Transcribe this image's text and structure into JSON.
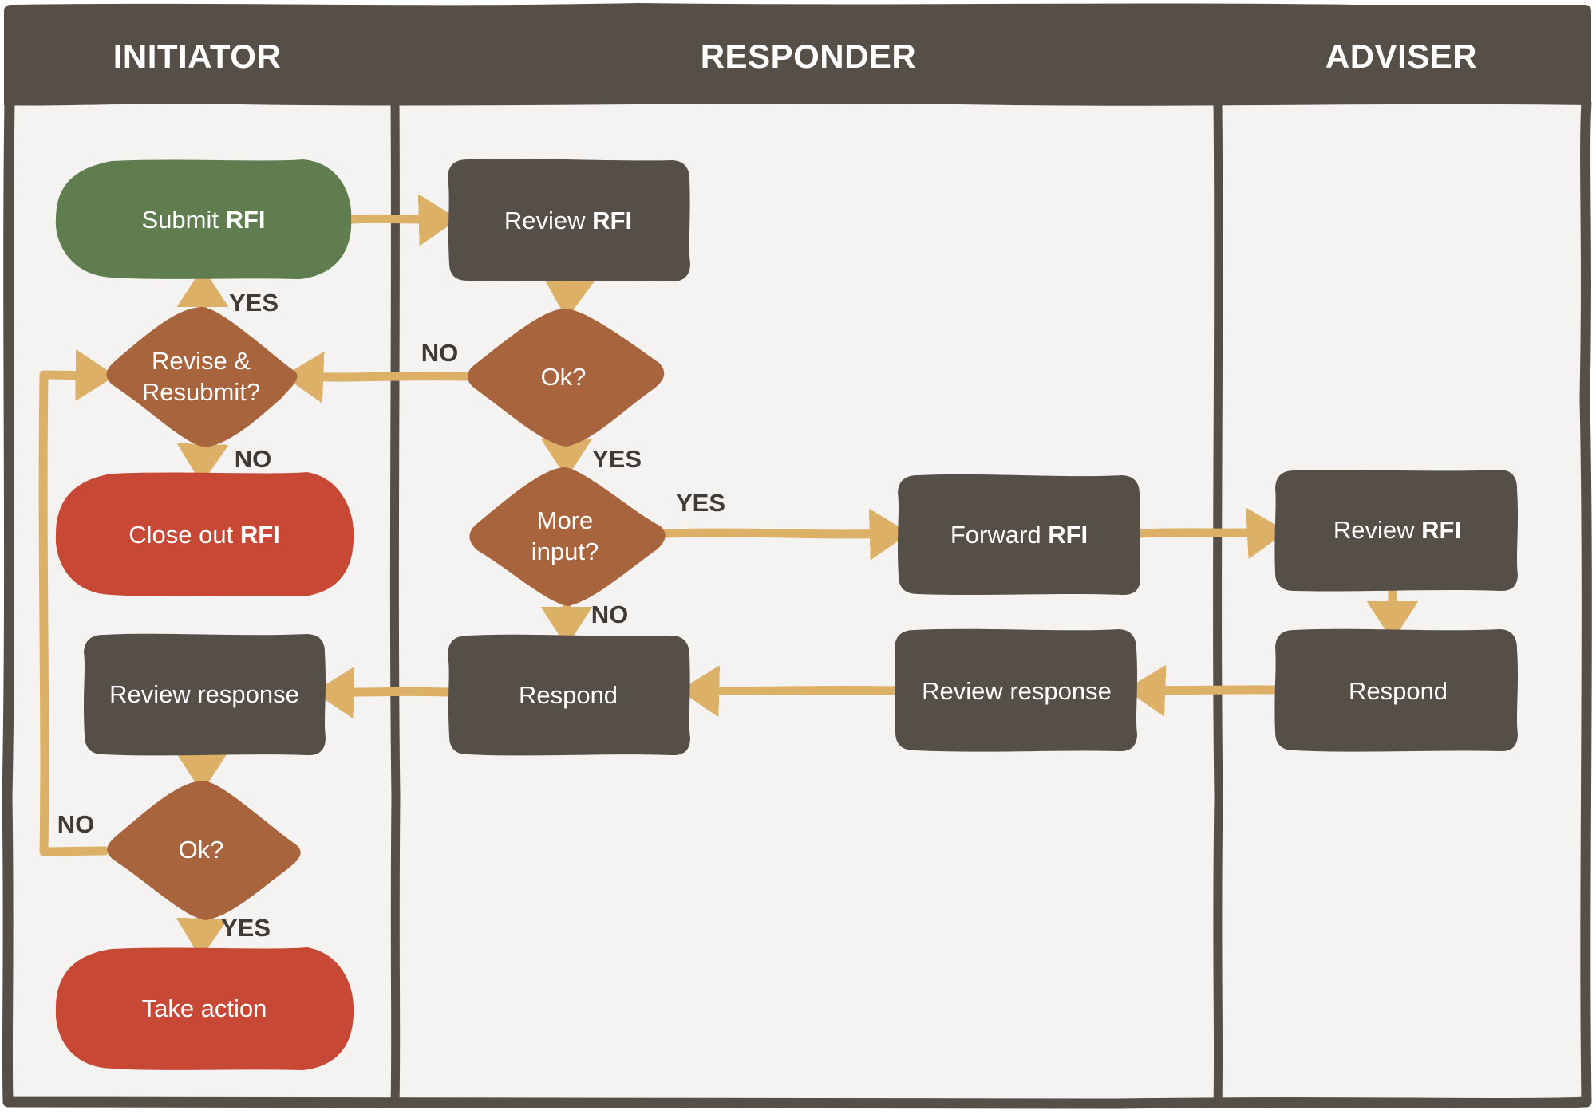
{
  "colors": {
    "frame": "#554f48",
    "background": "#f4f3f1",
    "arrow": "#ddb067",
    "process": "#554f48",
    "decision": "#a8643d",
    "start": "#5f7d4f",
    "end": "#c64835",
    "text": "#ffffff",
    "label": "#3f3a35"
  },
  "lanes": [
    {
      "id": "initiator",
      "title": "INITIATOR"
    },
    {
      "id": "responder",
      "title": "RESPONDER"
    },
    {
      "id": "adviser",
      "title": "ADVISER"
    }
  ],
  "nodes": [
    {
      "id": "submit-rfi",
      "lane": "initiator",
      "type": "start",
      "text": "Submit ",
      "bold": "RFI"
    },
    {
      "id": "revise-resubmit",
      "lane": "initiator",
      "type": "decision",
      "lines": [
        "Revise &",
        "Resubmit?"
      ]
    },
    {
      "id": "close-out-rfi",
      "lane": "initiator",
      "type": "end",
      "text": "Close out ",
      "bold": "RFI"
    },
    {
      "id": "initiator-review-response",
      "lane": "initiator",
      "type": "process",
      "text": "Review response",
      "bold": ""
    },
    {
      "id": "initiator-ok",
      "lane": "initiator",
      "type": "decision",
      "lines": [
        "Ok?"
      ]
    },
    {
      "id": "take-action",
      "lane": "initiator",
      "type": "end",
      "text": "Take action",
      "bold": ""
    },
    {
      "id": "responder-review-rfi",
      "lane": "responder",
      "type": "process",
      "text": "Review ",
      "bold": "RFI"
    },
    {
      "id": "responder-ok",
      "lane": "responder",
      "type": "decision",
      "lines": [
        "Ok?"
      ]
    },
    {
      "id": "more-input",
      "lane": "responder",
      "type": "decision",
      "lines": [
        "More",
        "input?"
      ]
    },
    {
      "id": "responder-respond",
      "lane": "responder",
      "type": "process",
      "text": "Respond",
      "bold": ""
    },
    {
      "id": "forward-rfi",
      "lane": "responder",
      "type": "process",
      "text": "Forward ",
      "bold": "RFI"
    },
    {
      "id": "responder-review-response",
      "lane": "responder",
      "type": "process",
      "text": "Review response",
      "bold": ""
    },
    {
      "id": "adviser-review-rfi",
      "lane": "adviser",
      "type": "process",
      "text": "Review ",
      "bold": "RFI"
    },
    {
      "id": "adviser-respond",
      "lane": "adviser",
      "type": "process",
      "text": "Respond",
      "bold": ""
    }
  ],
  "edges": [
    {
      "from": "submit-rfi",
      "to": "responder-review-rfi",
      "label": ""
    },
    {
      "from": "responder-review-rfi",
      "to": "responder-ok",
      "label": ""
    },
    {
      "from": "responder-ok",
      "to": "revise-resubmit",
      "label": "NO"
    },
    {
      "from": "revise-resubmit",
      "to": "submit-rfi",
      "label": "YES"
    },
    {
      "from": "revise-resubmit",
      "to": "close-out-rfi",
      "label": "NO"
    },
    {
      "from": "responder-ok",
      "to": "more-input",
      "label": "YES"
    },
    {
      "from": "more-input",
      "to": "forward-rfi",
      "label": "YES"
    },
    {
      "from": "more-input",
      "to": "responder-respond",
      "label": "NO"
    },
    {
      "from": "forward-rfi",
      "to": "adviser-review-rfi",
      "label": ""
    },
    {
      "from": "adviser-review-rfi",
      "to": "adviser-respond",
      "label": ""
    },
    {
      "from": "adviser-respond",
      "to": "responder-review-response",
      "label": ""
    },
    {
      "from": "responder-review-response",
      "to": "responder-respond",
      "label": ""
    },
    {
      "from": "responder-respond",
      "to": "initiator-review-response",
      "label": ""
    },
    {
      "from": "initiator-review-response",
      "to": "initiator-ok",
      "label": ""
    },
    {
      "from": "initiator-ok",
      "to": "take-action",
      "label": "YES"
    },
    {
      "from": "initiator-ok",
      "to": "revise-resubmit",
      "label": "NO"
    }
  ]
}
